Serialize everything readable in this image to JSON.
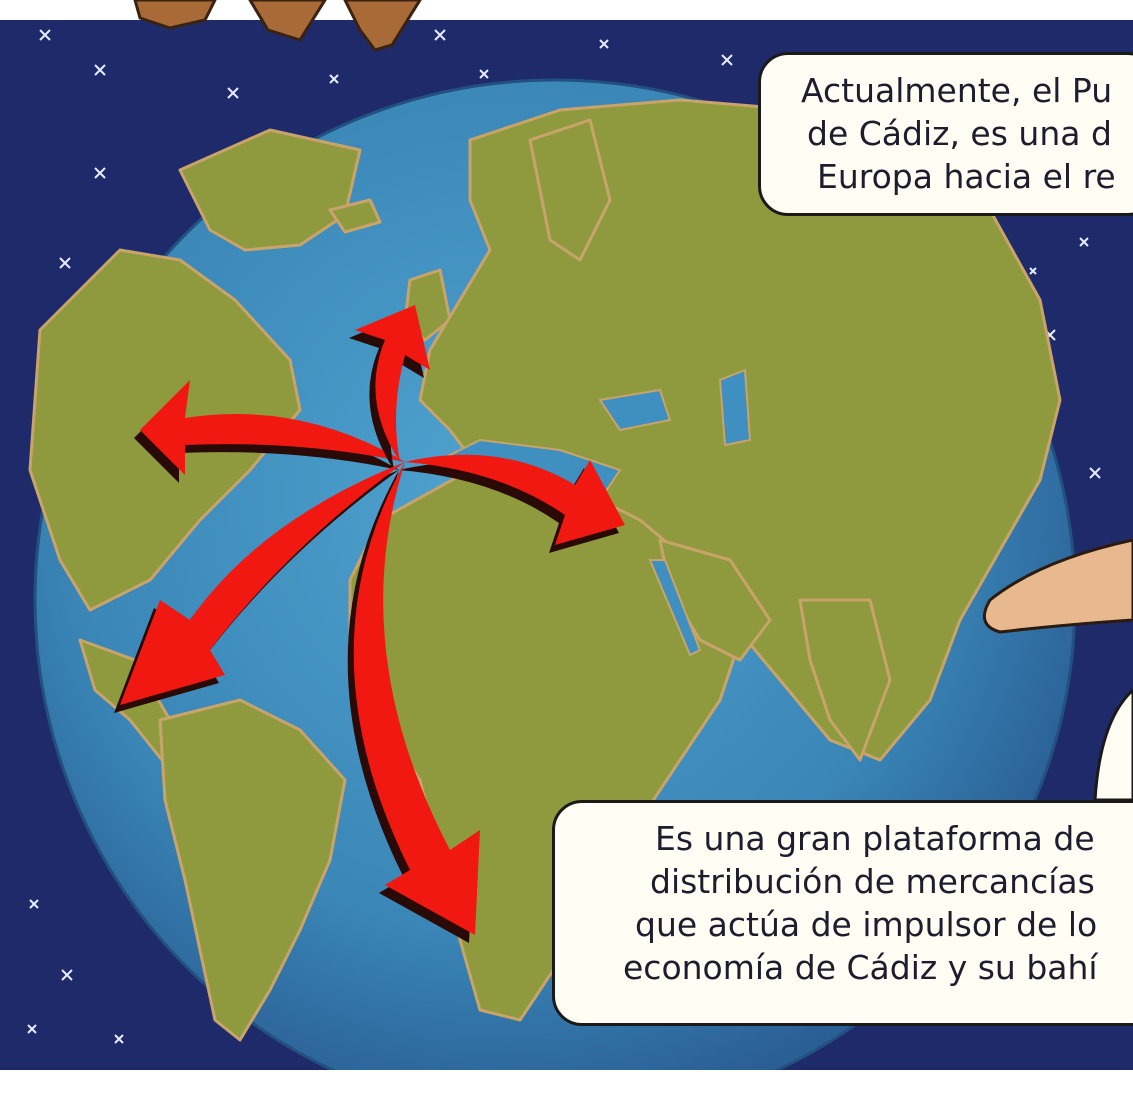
{
  "bubbles": {
    "top": {
      "lines": [
        "Actualmente, el Pu",
        "de Cádiz, es una d",
        "Europa hacia el re"
      ]
    },
    "bottom": {
      "lines": [
        "Es una gran plataforma de",
        "distribución de mercancías",
        "que actúa de impulsor de lo",
        "economía de Cádiz y su bahí"
      ]
    }
  },
  "colors": {
    "space": "#1f2a6a",
    "ocean": "#3f8fc0",
    "land": "#8f9a3f",
    "arrow": "#f01810",
    "finger": "#e8b98f"
  }
}
